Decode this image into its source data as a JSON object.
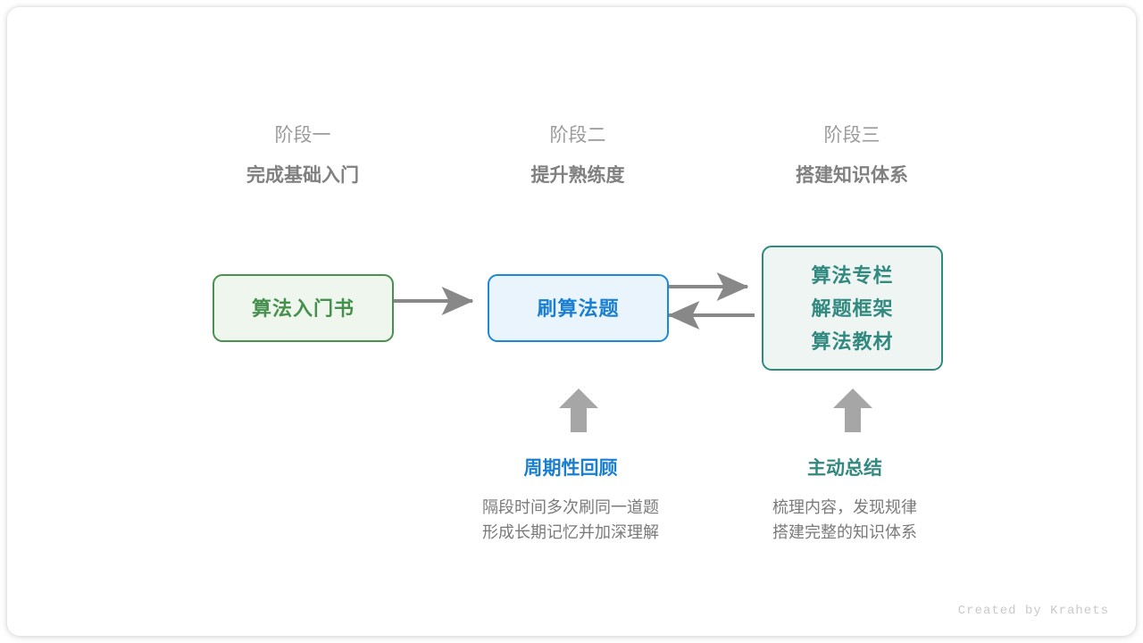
{
  "canvas": {
    "background": "#ffffff",
    "credit": "Created by Krahets"
  },
  "stages": [
    {
      "subtitle": "阶段一",
      "title": "完成基础入门"
    },
    {
      "subtitle": "阶段二",
      "title": "提升熟练度"
    },
    {
      "subtitle": "阶段三",
      "title": "搭建知识体系"
    }
  ],
  "nodes": {
    "book": {
      "lines": [
        "算法入门书"
      ],
      "border": "#4a9050",
      "fill": "#eef6ee",
      "text": "#45904d"
    },
    "practice": {
      "lines": [
        "刷算法题"
      ],
      "border": "#1e88d8",
      "fill": "#eaf4fd",
      "text": "#1a7fd0"
    },
    "resources": {
      "lines": [
        "算法专栏",
        "解题框架",
        "算法教材"
      ],
      "border": "#2e8b80",
      "fill": "#eef5f3",
      "text": "#31897f"
    }
  },
  "arrows": {
    "color": "#888888",
    "items": [
      {
        "name": "book-to-practice",
        "direction": "right"
      },
      {
        "name": "practice-to-resources",
        "direction": "right"
      },
      {
        "name": "resources-to-practice",
        "direction": "left"
      },
      {
        "name": "review-up",
        "direction": "up"
      },
      {
        "name": "summary-up",
        "direction": "up"
      }
    ]
  },
  "notes": [
    {
      "title": "周期性回顾",
      "accent": "#1a7fd0",
      "body": [
        "隔段时间多次刷同一道题",
        "形成长期记忆并加深理解"
      ]
    },
    {
      "title": "主动总结",
      "accent": "#31897f",
      "body": [
        "梳理内容，发现规律",
        "搭建完整的知识体系"
      ]
    }
  ]
}
